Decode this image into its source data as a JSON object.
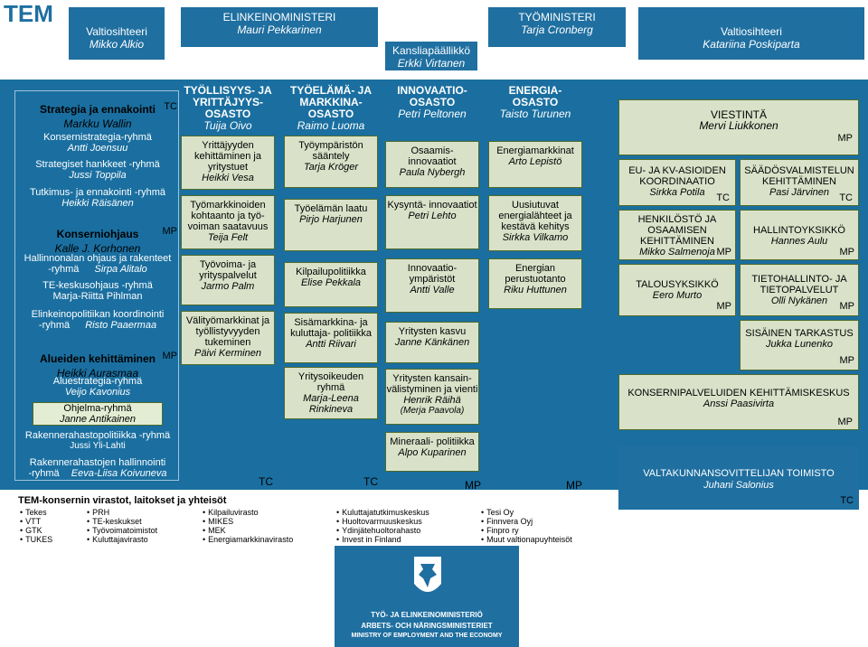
{
  "logo": "TEM",
  "top": {
    "valtio_left": {
      "title": "Valtiosihteeri",
      "name": "Mikko Alkio"
    },
    "em_minister": {
      "title": "ELINKEINOMINISTERI",
      "name": "Mauri Pekkarinen"
    },
    "kanslia": {
      "title": "Kansliapäällikkö",
      "name": "Erkki Virtanen"
    },
    "tyo_minister": {
      "title": "TYÖMINISTERI",
      "name": "Tarja Cronberg"
    },
    "valtio_right": {
      "title": "Valtiosihteeri",
      "name": "Katariina Poskiparta"
    }
  },
  "left": {
    "strategia": {
      "title": "Strategia ja ennakointi",
      "name": "Markku Wallin",
      "tag": "TC"
    },
    "konsernistrategia": {
      "title": "Konsernistrategia-ryhmä",
      "name": "Antti Joensuu"
    },
    "hankkeet": {
      "title": "Strategiset hankkeet -ryhmä",
      "name": "Jussi Toppila"
    },
    "tutkimus": {
      "title": "Tutkimus- ja ennakointi -ryhmä",
      "name": "Heikki Räisänen"
    },
    "konserniohjaus": {
      "title": "Konserniohjaus",
      "name": "Kalle J. Korhonen",
      "tag": "MP"
    },
    "hallinnonalan": {
      "title": "Hallinnonalan ohjaus ja rakenteet",
      "sub": "-ryhmä",
      "name": "Sirpa Alitalo"
    },
    "te_keskus": {
      "title": "TE-keskusohjaus -ryhmä",
      "name": "Marja-Riitta Pihlman"
    },
    "elinkeino": {
      "title": "Elinkeinopolitiikan koordinointi",
      "sub": "-ryhmä",
      "name": "Risto Paaermaa"
    },
    "alueiden": {
      "title": "Alueiden kehittäminen",
      "name": "Heikki Aurasmaa",
      "tag": "MP"
    },
    "aluestrategia": {
      "title": "Aluestrategia-ryhmä",
      "name": "Veijo Kavonius"
    },
    "ohjelma": {
      "title": "Ohjelma-ryhmä",
      "name": "Janne Antikainen"
    },
    "rakennerahasto": {
      "title": "Rakennerahastopolitiikka -ryhmä",
      "name": "Jussi Yli-Lahti"
    },
    "rakennerahastojen": {
      "title": "Rakennerahastojen hallinnointi",
      "sub": "-ryhmä",
      "name": "Eeva-Liisa Koivuneva"
    }
  },
  "columns": [
    {
      "head": "TYÖLLISYYS- JA YRITTÄJYYS- OSASTO",
      "name": "Tuija Oivo",
      "tag": "TC",
      "items": [
        {
          "title": "Yrittäjyyden kehittäminen ja yritystuet",
          "name": "Heikki Vesa"
        },
        {
          "title": "Työmarkkinoiden kohtaanto ja työ- voiman saatavuus",
          "name": "Teija Felt"
        },
        {
          "title": "Työvoima- ja yrityspalvelut",
          "name": "Jarmo Palm"
        },
        {
          "title": "Välityömarkkinat ja työllistyvyyden tukeminen",
          "name": "Päivi Kerminen"
        }
      ]
    },
    {
      "head": "TYÖELÄMÄ- JA MARKKINA- OSASTO",
      "name": "Raimo Luoma",
      "tag": "TC",
      "items": [
        {
          "title": "Työympäristön sääntely",
          "name": "Tarja Kröger"
        },
        {
          "title": "Työelämän laatu",
          "name": "Pirjo Harjunen"
        },
        {
          "title": "Kilpailupolitiikka",
          "name": "Elise Pekkala"
        },
        {
          "title": "Sisämarkkina- ja kuluttaja- politiikka",
          "name": "Antti Riivari"
        },
        {
          "title": "Yritysoikeuden ryhmä",
          "name": "Marja-Leena Rinkineva"
        }
      ]
    },
    {
      "head": "INNOVAATIO- OSASTO",
      "name": "Petri Peltonen",
      "tag": "MP",
      "items": [
        {
          "title": "Osaamis- innovaatiot",
          "name": "Paula Nybergh"
        },
        {
          "title": "Kysyntä- innovaatiot",
          "name": "Petri Lehto"
        },
        {
          "title": "Innovaatio- ympäristöt",
          "name": "Antti Valle"
        },
        {
          "title": "Yritysten kasvu",
          "name": "Janne Känkänen"
        },
        {
          "title": "Yritysten kansain- välistyminen ja vienti",
          "name": "Henrik Räihä",
          "extra": "(Merja Paavola)"
        },
        {
          "title": "Mineraali- politiikka",
          "name": "Alpo Kuparinen"
        }
      ]
    },
    {
      "head": "ENERGIA- OSASTO",
      "name": "Taisto Turunen",
      "tag": "MP",
      "items": [
        {
          "title": "Energiamarkkinat",
          "name": "Arto Lepistö"
        },
        {
          "title": "Uusiutuvat energialähteet ja kestävä kehitys",
          "name": "Sirkka Vilkamo"
        },
        {
          "title": "Energian perustuotanto",
          "name": "Riku Huttunen"
        }
      ]
    }
  ],
  "right": {
    "viestinta": {
      "title": "VIESTINTÄ",
      "name": "Mervi Liukkonen",
      "tag": "MP"
    },
    "eu": {
      "title": "EU- JA KV-ASIOIDEN KOORDINAATIO",
      "name": "Sirkka Potila",
      "tag": "TC"
    },
    "saados": {
      "title": "SÄÄDÖSVALMISTELUN KEHITTÄMINEN",
      "name": "Pasi Järvinen",
      "tag": "TC"
    },
    "henkilosto": {
      "title": "HENKILÖSTÖ JA OSAAMISEN KEHITTÄMINEN",
      "name": "Mikko Salmenoja",
      "tag": "MP"
    },
    "hallinto": {
      "title": "HALLINTOYKSIKKÖ",
      "name": "Hannes Aulu",
      "tag": "MP"
    },
    "talous": {
      "title": "TALOUSYKSIKKÖ",
      "name": "Eero Murto",
      "tag": "MP"
    },
    "tieto": {
      "title": "TIETOHALLINTO- JA TIETOPALVELUT",
      "name": "Olli Nykänen",
      "tag": "MP"
    },
    "sisainen": {
      "title": "SISÄINEN TARKASTUS",
      "name": "Jukka Lunenko",
      "tag": "MP"
    },
    "konserni": {
      "title": "KONSERNIPALVELUIDEN KEHITTÄMISKESKUS",
      "name": "Anssi Paasivirta",
      "tag": "MP"
    },
    "valtakunnan": {
      "title": "VALTAKUNNANSOVITTELIJAN TOIMISTO",
      "name": "Juhani Salonius",
      "tag": "TC"
    }
  },
  "agencies": {
    "title": "TEM-konsernin virastot, laitokset ja yhteisöt",
    "col1": [
      "Tekes",
      "VTT",
      "GTK",
      "TUKES"
    ],
    "col2": [
      "PRH",
      "TE-keskukset",
      "Työvoimatoimistot",
      "Kuluttajavirasto"
    ],
    "col3": [
      "Kilpailuvirasto",
      "MIKES",
      "MEK",
      "Energiamarkkinavirasto"
    ],
    "col4": [
      "Kuluttajatutkimuskeskus",
      "Huoltovarmuuskeskus",
      "Ydinjätehuoltorahasto",
      "Invest in Finland"
    ],
    "col5": [
      "Tesi Oy",
      "Finnvera Oyj",
      "Finpro ry",
      "Muut valtionapuyhteisöt"
    ]
  },
  "ministry": {
    "fi": "TYÖ- JA ELINKEINOMINISTERIÖ",
    "sv": "ARBETS- OCH NÄRINGSMINISTERIET",
    "en": "MINISTRY OF EMPLOYMENT AND THE ECONOMY"
  },
  "colors": {
    "blue": "#1f6fa0",
    "box": "#d9e2c9",
    "border": "#4f6b2a"
  }
}
